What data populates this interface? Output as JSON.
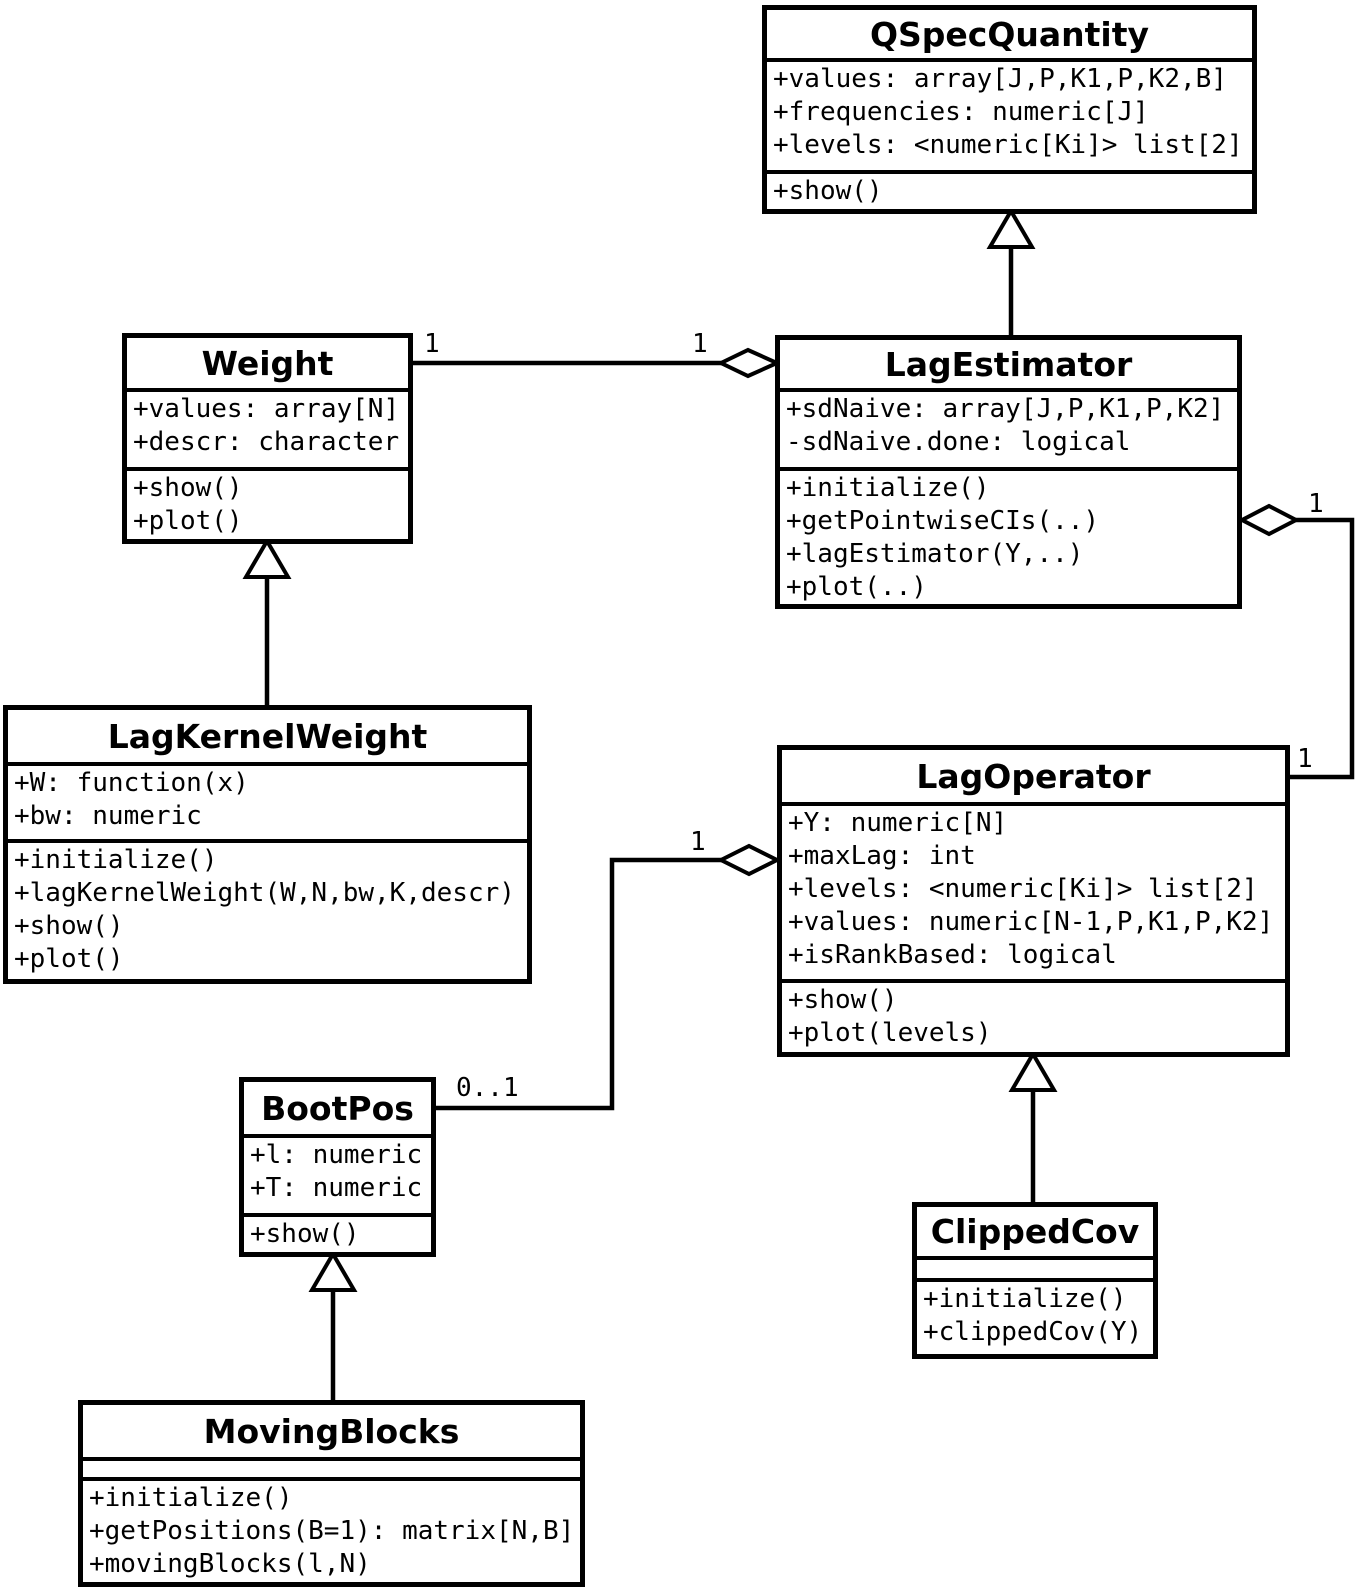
{
  "diagram": {
    "type": "uml-class-diagram",
    "classes": [
      {
        "name": "QSpecQuantity",
        "attributes": [
          "+values: array[J,P,K1,P,K2,B]",
          "+frequencies: numeric[J]",
          "+levels: <numeric[Ki]> list[2]"
        ],
        "methods": [
          "+show()"
        ]
      },
      {
        "name": "Weight",
        "attributes": [
          "+values: array[N]",
          "+descr: character"
        ],
        "methods": [
          "+show()",
          "+plot()"
        ]
      },
      {
        "name": "LagEstimator",
        "attributes": [
          "+sdNaive: array[J,P,K1,P,K2]",
          "-sdNaive.done: logical"
        ],
        "methods": [
          "+initialize()",
          "+getPointwiseCIs(..)",
          "+lagEstimator(Y,..)",
          "+plot(..)"
        ]
      },
      {
        "name": "LagKernelWeight",
        "attributes": [
          "+W: function(x)",
          "+bw: numeric"
        ],
        "methods": [
          "+initialize()",
          "+lagKernelWeight(W,N,bw,K,descr)",
          "+show()",
          "+plot()"
        ]
      },
      {
        "name": "LagOperator",
        "attributes": [
          "+Y: numeric[N]",
          "+maxLag: int",
          "+levels: <numeric[Ki]> list[2]",
          "+values: numeric[N-1,P,K1,P,K2]",
          "+isRankBased: logical"
        ],
        "methods": [
          "+show()",
          "+plot(levels)"
        ]
      },
      {
        "name": "BootPos",
        "attributes": [
          "+l: numeric",
          "+T: numeric"
        ],
        "methods": [
          "+show()"
        ]
      },
      {
        "name": "ClippedCov",
        "attributes": [],
        "methods": [
          "+initialize()",
          "+clippedCov(Y)"
        ]
      },
      {
        "name": "MovingBlocks",
        "attributes": [],
        "methods": [
          "+initialize()",
          "+getPositions(B=1): matrix[N,B]",
          "+movingBlocks(l,N)"
        ]
      }
    ],
    "relationships": [
      {
        "type": "inheritance",
        "from": "LagEstimator",
        "to": "QSpecQuantity"
      },
      {
        "type": "inheritance",
        "from": "LagKernelWeight",
        "to": "Weight"
      },
      {
        "type": "inheritance",
        "from": "ClippedCov",
        "to": "LagOperator"
      },
      {
        "type": "inheritance",
        "from": "MovingBlocks",
        "to": "BootPos"
      },
      {
        "type": "aggregation",
        "from": "Weight",
        "to": "LagEstimator",
        "labels": [
          "1",
          "1"
        ]
      },
      {
        "type": "aggregation",
        "from": "LagOperator",
        "to": "LagEstimator",
        "labels": [
          "1",
          "1"
        ]
      },
      {
        "type": "aggregation",
        "from": "BootPos",
        "to": "LagOperator",
        "labels": [
          "0..1",
          "1"
        ]
      }
    ]
  }
}
